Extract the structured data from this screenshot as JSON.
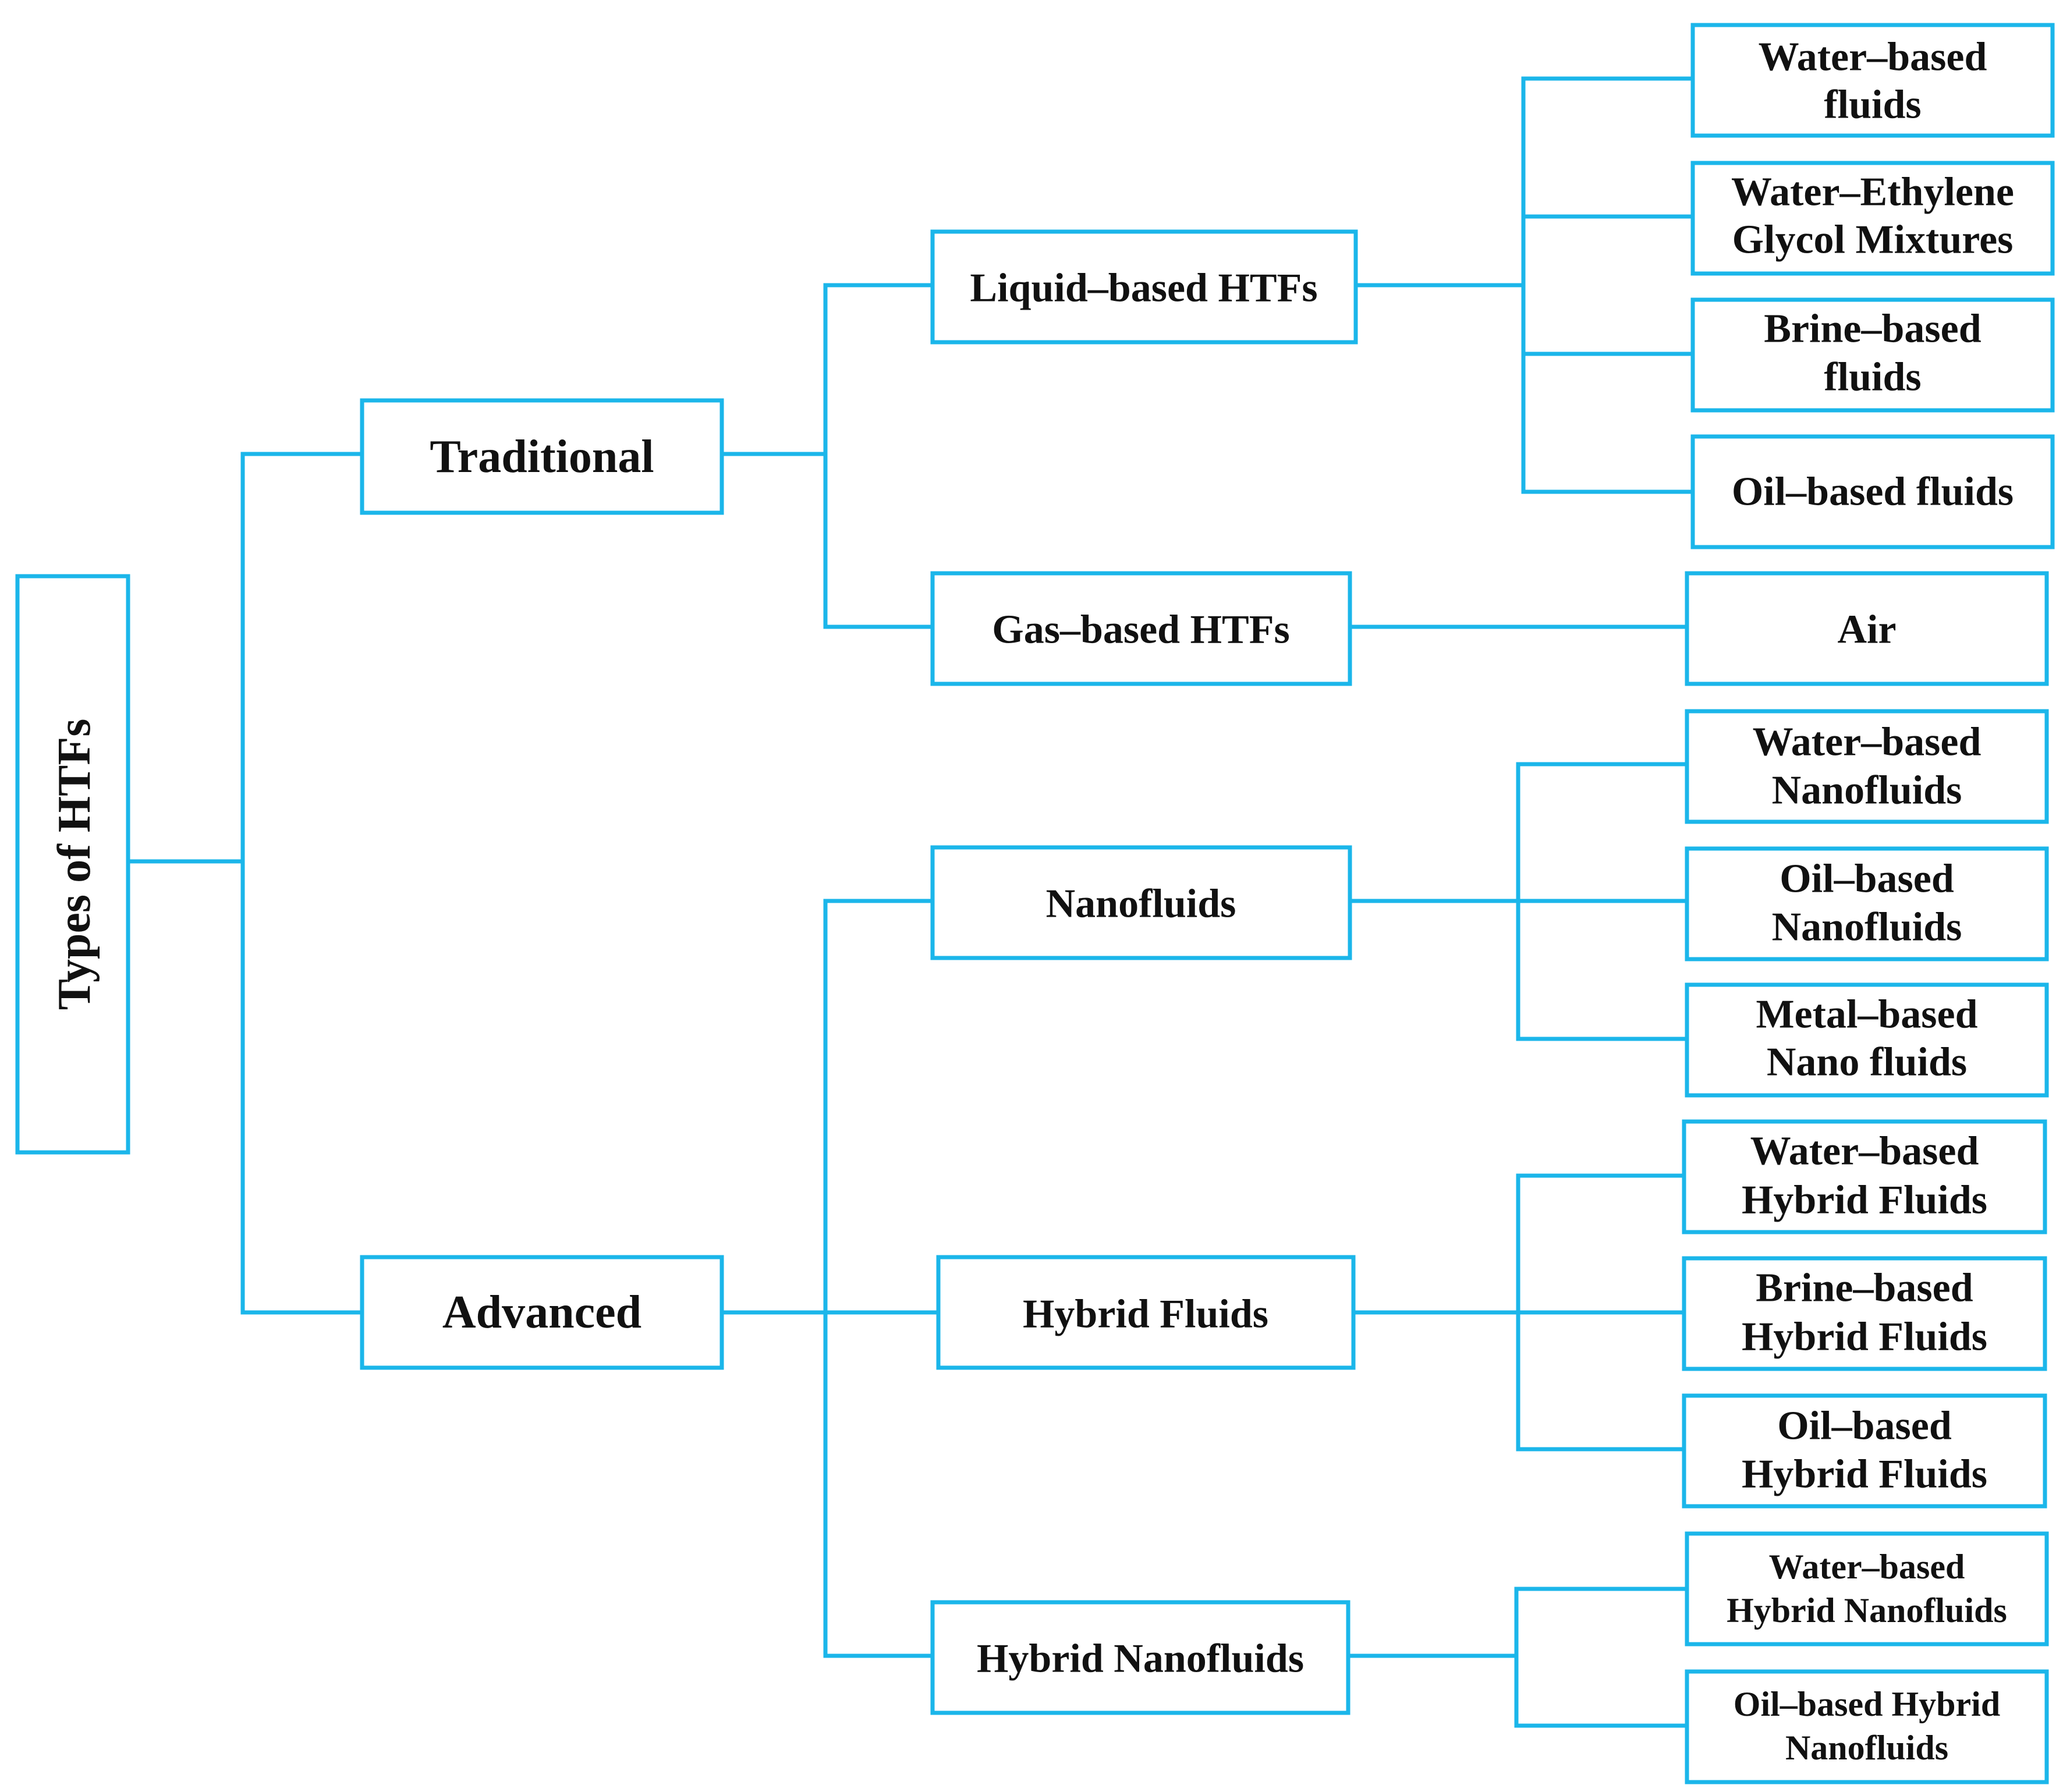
{
  "diagram": {
    "root": "Types of HTFs",
    "traditional": {
      "label": "Traditional",
      "liquid": {
        "label": "Liquid–based HTFs",
        "children": [
          [
            "Water–based",
            "fluids"
          ],
          [
            "Water–Ethylene",
            "Glycol Mixtures"
          ],
          [
            "Brine–based",
            "fluids"
          ],
          [
            "Oil–based fluids"
          ]
        ]
      },
      "gas": {
        "label": "Gas–based HTFs",
        "children": [
          [
            "Air"
          ]
        ]
      }
    },
    "advanced": {
      "label": "Advanced",
      "nanofluids": {
        "label": "Nanofluids",
        "children": [
          [
            "Water–based",
            "Nanofluids"
          ],
          [
            "Oil–based",
            "Nanofluids"
          ],
          [
            "Metal–based",
            "Nano fluids"
          ]
        ]
      },
      "hybrid_fluids": {
        "label": "Hybrid Fluids",
        "children": [
          [
            "Water–based",
            "Hybrid Fluids"
          ],
          [
            "Brine–based",
            "Hybrid Fluids"
          ],
          [
            "Oil–based",
            "Hybrid Fluids"
          ]
        ]
      },
      "hybrid_nanofluids": {
        "label": "Hybrid Nanofluids",
        "children": [
          [
            "Water–based",
            "Hybrid Nanofluids"
          ],
          [
            "Oil–based Hybrid",
            "Nanofluids"
          ]
        ]
      }
    },
    "colors": {
      "line": "#1BB6EA",
      "text": "#111111",
      "background": "#ffffff"
    }
  }
}
